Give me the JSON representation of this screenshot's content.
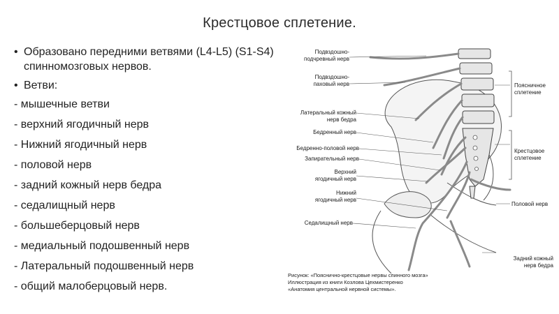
{
  "slide": {
    "title": "Крестцовое сплетение.",
    "bullets": [
      {
        "text": "Образовано передними ветвями (L4-L5) (S1-S4) спинномозговых нервов."
      },
      {
        "text": "Ветви:"
      }
    ],
    "branches": [
      "- мышечные ветви",
      "- верхний ягодичный нерв",
      "- Нижний ягодичный нерв",
      "- половой нерв",
      "- задний кожный нерв бедра",
      "- седалищный нерв",
      "- большеберцовый нерв",
      "- медиальный подошвенный нерв",
      "- Латеральный подошвенный нерв",
      "- общий малоберцовый нерв."
    ]
  },
  "figure": {
    "labels_left": [
      "Подвздошно-\nподчревный нерв",
      "Подвздошно-\nпаховый нерв",
      "Латеральный кожный\nнерв бедра",
      "Бедренный нерв",
      "Бедренно-половой нерв",
      "Запирательный нерв",
      "Верхний\nягодичный нерв",
      "Нижний\nягодичный нерв",
      "Седалищный нерв"
    ],
    "labels_right": [
      "Поясничное\nсплетение",
      "Крестцовое\nсплетение",
      "Половой нерв",
      "Задний кожный\nнерв бедра"
    ],
    "caption": [
      "Рисунок: «Пояснично-крестцовые нервы спинного мозга»",
      "Иллюстрация из книги Козлова Цехмистеренко",
      "«Анатомия центральной нервной системы»."
    ]
  }
}
